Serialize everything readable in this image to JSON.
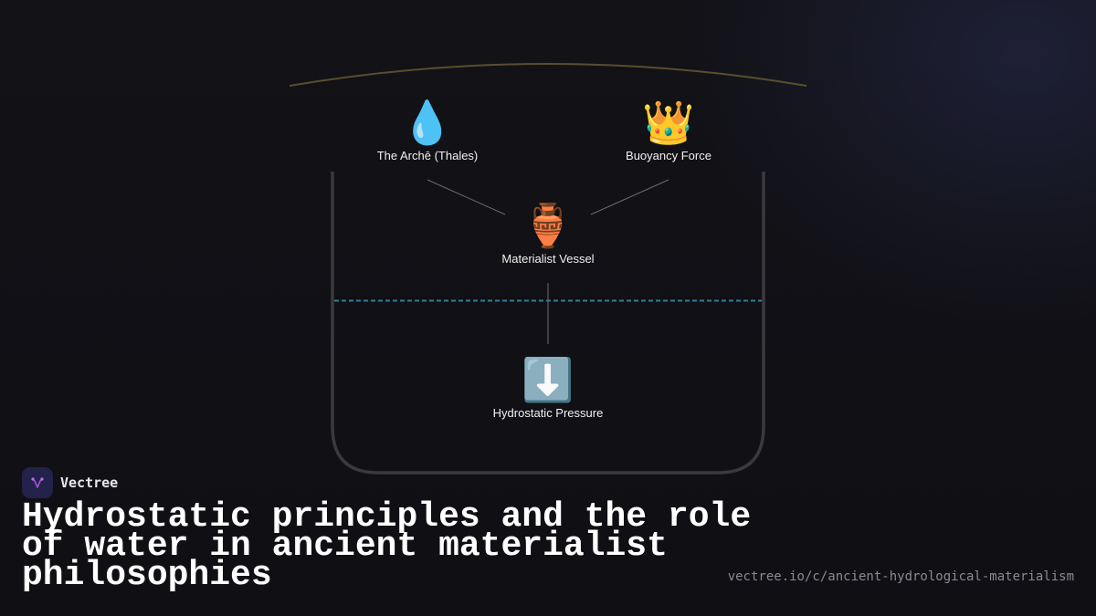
{
  "nodes": {
    "arche": {
      "icon": "💧",
      "icon_name": "water-droplet-icon",
      "label": "The Archē (Thales)"
    },
    "buoyancy": {
      "icon": "👑",
      "icon_name": "crown-icon",
      "label": "Buoyancy Force"
    },
    "vessel": {
      "icon": "🏺",
      "icon_name": "amphora-icon",
      "label": "Materialist Vessel"
    },
    "pressure": {
      "icon": "⬇️",
      "icon_name": "down-arrow-icon",
      "label": "Hydrostatic Pressure"
    }
  },
  "colors": {
    "background": "#111116",
    "arc": "#5a4e2e",
    "vessel_outline": "#3a3a3e",
    "water_line": "#2f7f99",
    "connector": "#6a6a70",
    "brand_logo_bg": "#23224a",
    "brand_logo_mark": "#a34fd6"
  },
  "brand": {
    "name": "Vectree"
  },
  "title": "Hydrostatic principles and the role of water in ancient materialist philosophies",
  "url": "vectree.io/c/ancient-hydrological-materialism"
}
